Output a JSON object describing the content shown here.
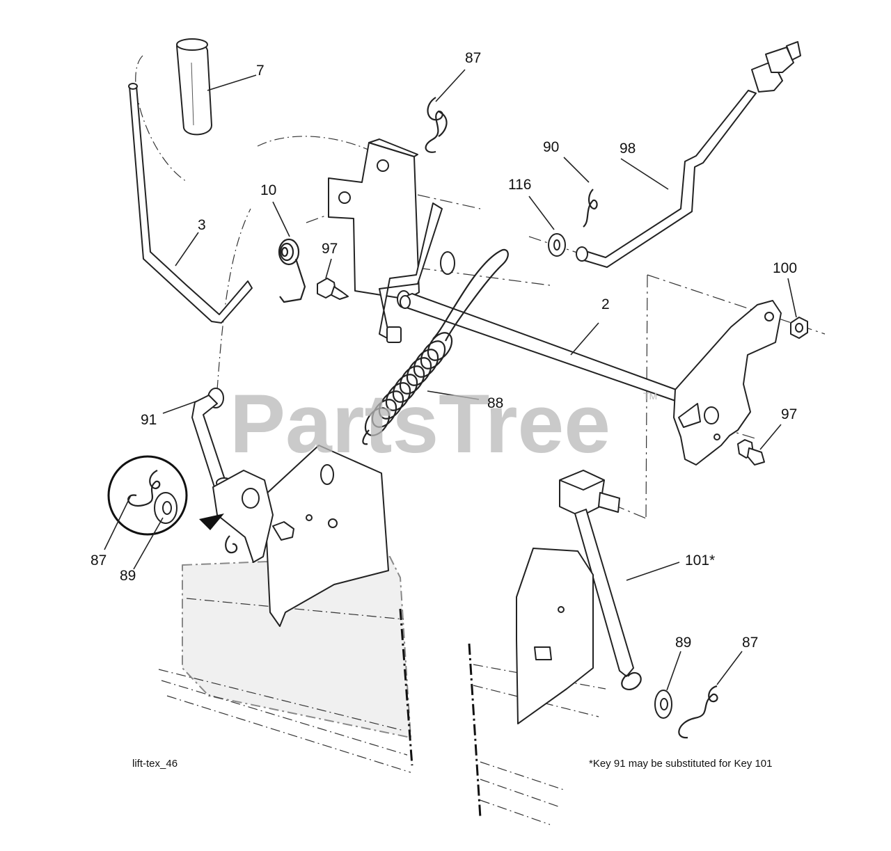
{
  "diagram": {
    "watermark": "PartsTree",
    "watermark_tm": "TM",
    "footer_left": "lift-tex_46",
    "footer_note": "*Key 91 may be substituted for Key 101",
    "callouts": {
      "c7": "7",
      "c87a": "87",
      "c90": "90",
      "c98": "98",
      "c116": "116",
      "c10": "10",
      "c3": "3",
      "c97a": "97",
      "c100": "100",
      "c2": "2",
      "c88": "88",
      "c97b": "97",
      "c91": "91",
      "c87b": "87",
      "c89a": "89",
      "c101": "101*",
      "c89b": "89",
      "c87c": "87"
    }
  }
}
